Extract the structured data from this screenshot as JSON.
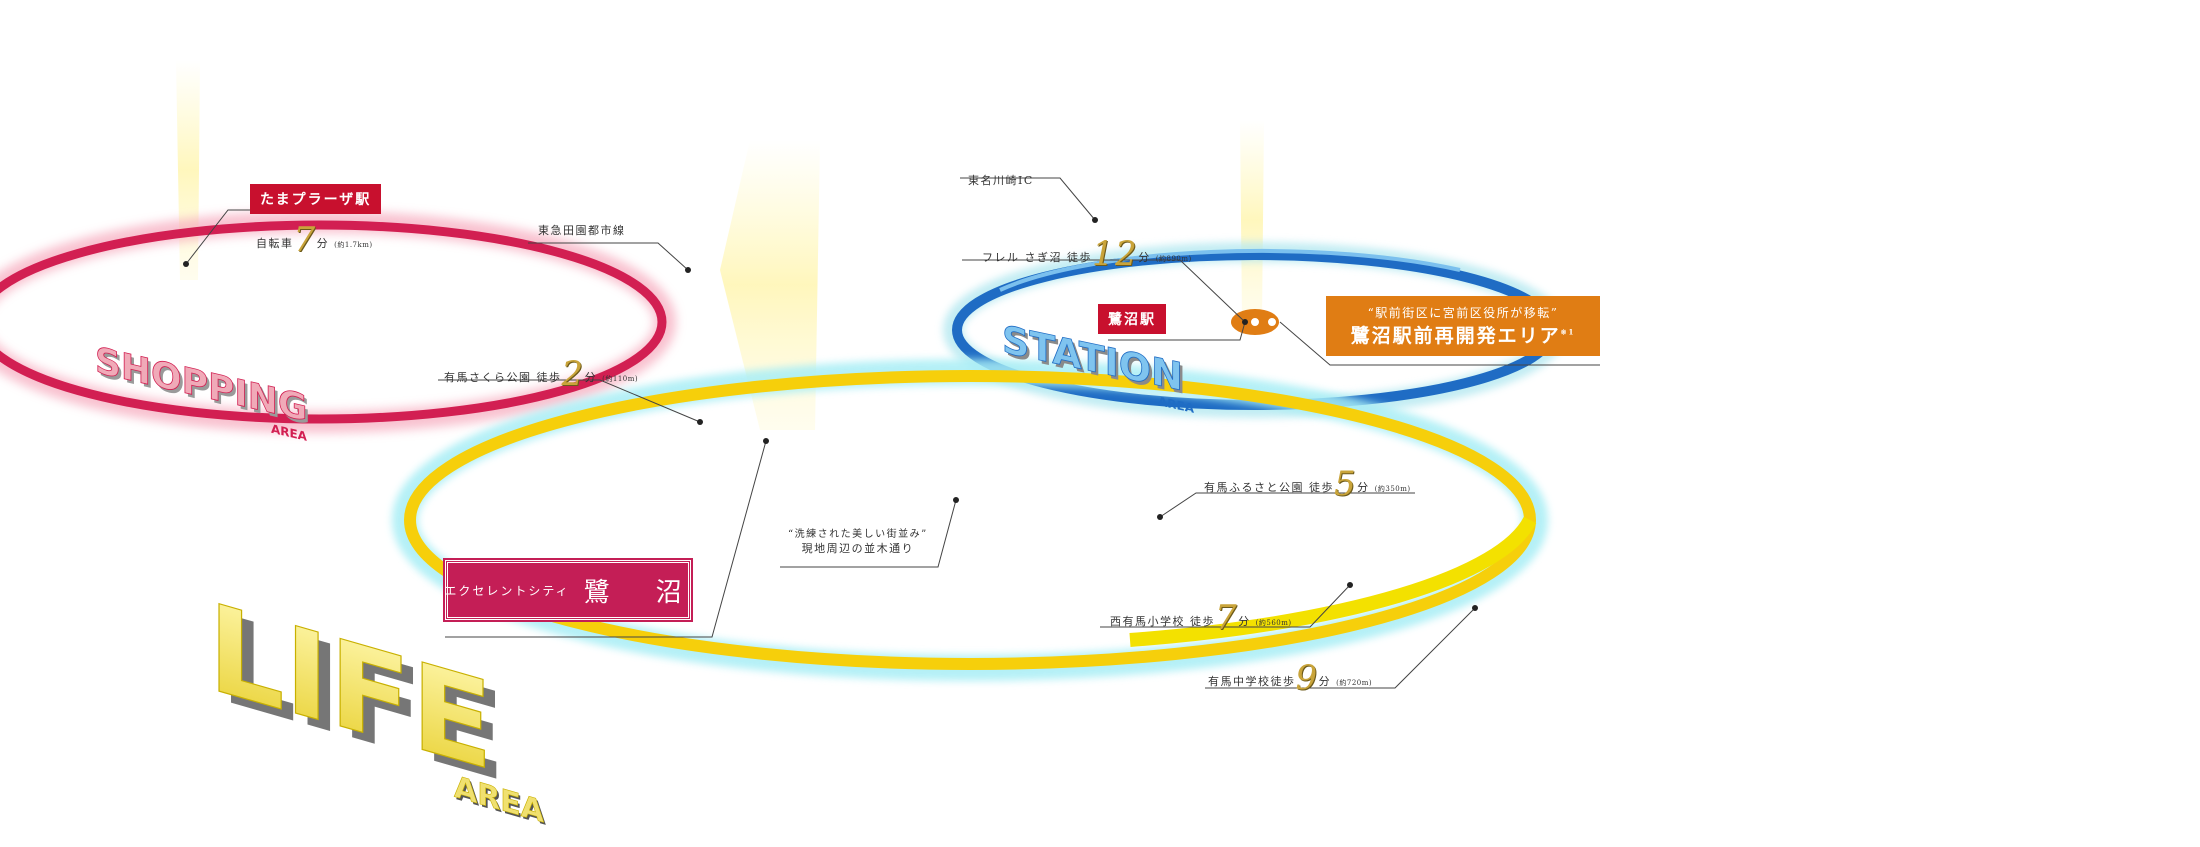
{
  "areas": {
    "shopping": {
      "title": "SHOPPING",
      "sub": "AREA"
    },
    "station": {
      "title": "STATION",
      "sub": "AREA"
    },
    "life": {
      "title": "LIFE",
      "sub": "AREA"
    }
  },
  "colors": {
    "shopping": "#d21f52",
    "station": "#1f6cc4",
    "life": "#f6cf0b",
    "label_red": "#c8102e",
    "label_orange": "#e07d14",
    "accent_gold": "#c9a43a"
  },
  "tama": {
    "station_label": "たまプラーザ駅",
    "prefix": "自転車",
    "num": "7",
    "unit": "分",
    "dist": "(約1.7km)"
  },
  "tokyu_line": "東急田園都市線",
  "arima_sakura": {
    "prefix": "有馬さくら公園 徒歩",
    "num": "2",
    "unit": "分",
    "dist": "(約110m)"
  },
  "ic": "東名川崎IC",
  "fureru": {
    "prefix": "フレル さぎ沼  徒歩",
    "num": "12",
    "unit": "分",
    "dist": "(約890m)"
  },
  "saginuma_station": "鷺沼駅",
  "redevelopment": {
    "sub": "“駅前街区に宮前区役所が移転”",
    "main": "鷺沼駅前再開発エリア",
    "note": "※1"
  },
  "excellent_city": {
    "small": "エクセレントシティ",
    "name": "鷺　沼"
  },
  "avenue": {
    "line1": "“洗練された美しい街並み”",
    "line2": "現地周辺の並木通り"
  },
  "arima_furusato": {
    "prefix": "有馬ふるさと公園 徒歩",
    "num": "5",
    "unit": "分",
    "dist": "(約350m)"
  },
  "nishi_arima": {
    "prefix": "西有馬小学校 徒歩",
    "num": "7",
    "unit": "分",
    "dist": "(約560m)"
  },
  "arima_junior": {
    "prefix": "有馬中学校徒歩",
    "num": "9",
    "unit": "分",
    "dist": "(約720m)"
  }
}
